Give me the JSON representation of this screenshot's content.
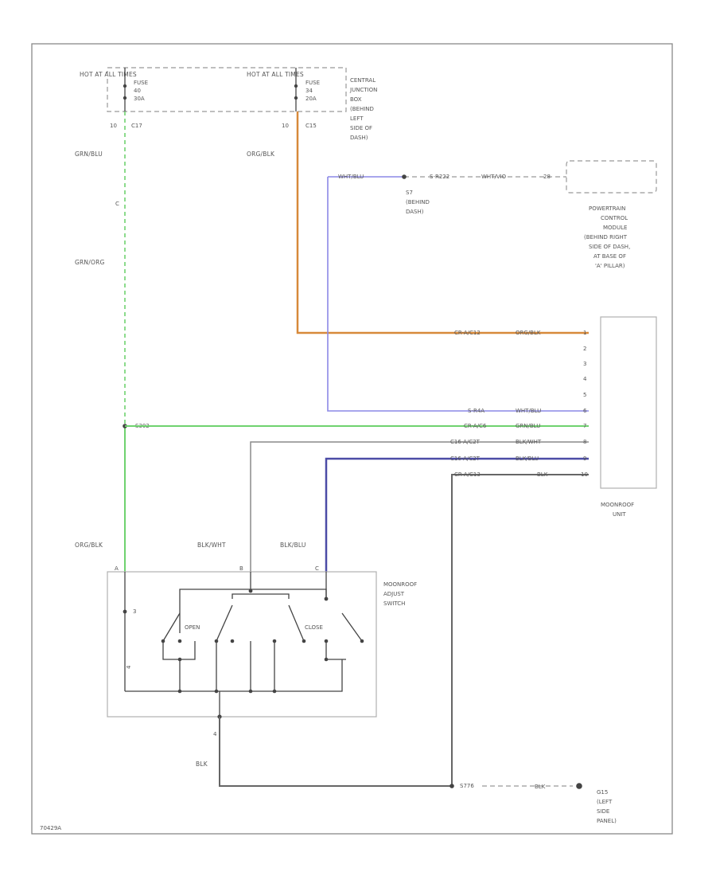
{
  "top": {
    "hot_left": "HOT AT ALL TIMES",
    "hot_right": "HOT AT ALL TIMES",
    "fuse_left": [
      "FUSE",
      "40",
      "30A"
    ],
    "fuse_right": [
      "FUSE",
      "34",
      "20A"
    ],
    "cjb": [
      "CENTRAL",
      "JUNCTION",
      "BOX",
      "(BEHIND",
      "LEFT",
      "SIDE OF",
      "DASH)"
    ],
    "pin_left": "10",
    "conn_left": "C17",
    "pin_right": "10",
    "conn_right": "C15"
  },
  "wires": {
    "grn_blu": "GRN/BLU",
    "org_blk_top": "ORG/BLK",
    "grn_org": "GRN/ORG",
    "org_blk_bottom": "ORG/BLK",
    "blk_wht": "BLK/WHT",
    "blk_blu": "BLK/BLU",
    "blk_gnd": "BLK",
    "splice_s302": "S302",
    "blk_dash": "BLK"
  },
  "pcm_branch": {
    "wht_blu_left": "WHT/BLU",
    "splice_mid": "S-R222",
    "wht_vio": "WHT/VIO",
    "pin_28": "28",
    "splice_info": [
      "S7",
      "(BEHIND",
      "DASH)"
    ],
    "pcm_label": [
      "POWERTRAIN",
      "CONTROL",
      "MODULE",
      "(BEHIND RIGHT",
      "SIDE OF DASH,",
      "AT BASE OF",
      "'A' PILLAR)"
    ]
  },
  "moonroof_unit": {
    "label": [
      "MOONROOF",
      "UNIT"
    ],
    "pins": [
      "1",
      "2",
      "3",
      "4",
      "5",
      "6",
      "7",
      "8",
      "9",
      "10"
    ],
    "rows": [
      {
        "circuit": "CR-A/C12",
        "color": "ORG/BLK"
      },
      {
        "circuit": "S-R4A",
        "color": "WHT/BLU"
      },
      {
        "circuit": "CR-A/C6",
        "color": "GRN/BLU"
      },
      {
        "circuit": "C16-A/C2T",
        "color": "BLK/WHT"
      },
      {
        "circuit": "C16-A/C2T",
        "color": "BLK/BLU"
      },
      {
        "circuit": "CR-A/C13",
        "color": "BLK"
      }
    ]
  },
  "switch": {
    "label": [
      "MOONROOF",
      "ADJUST",
      "SWITCH"
    ],
    "pin_a": "A",
    "pin_b": "B",
    "pin_c": "C",
    "pin_3": "3",
    "pin_4": "4",
    "open": "OPEN",
    "close": "CLOSE",
    "pin_bottom": "4"
  },
  "ground": {
    "splice": "S776",
    "label": [
      "G15",
      "(LEFT",
      "SIDE",
      "PANEL)"
    ]
  },
  "footer": {
    "figure_id": "70429A"
  }
}
